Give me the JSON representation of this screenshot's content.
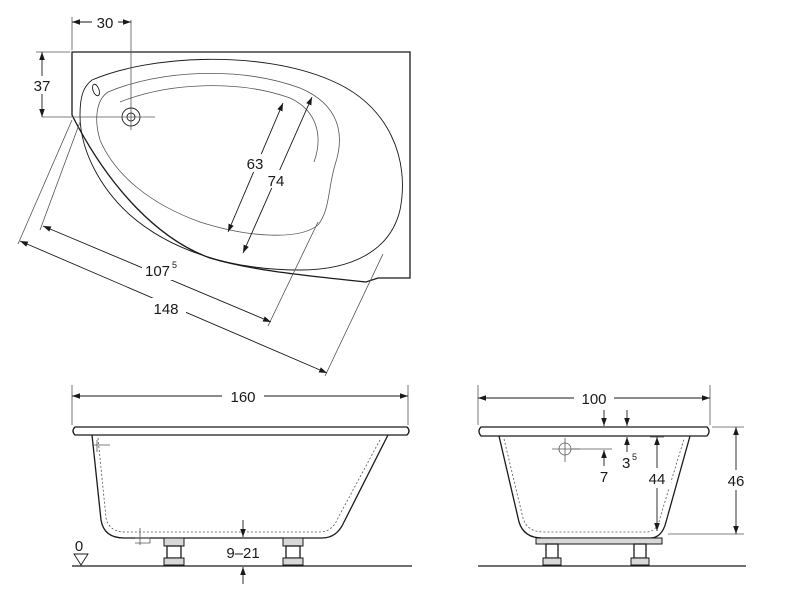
{
  "top_view": {
    "dims": {
      "drain_x": "30",
      "drain_y": "37",
      "inner_width": "63",
      "outer_width": "74",
      "inner_length_main": "107",
      "inner_length_sup": "5",
      "outer_length": "148"
    }
  },
  "front_view": {
    "dims": {
      "length": "160",
      "feet_adjust": "9–21",
      "floor_level": "0"
    }
  },
  "side_view": {
    "dims": {
      "width": "100",
      "rim_thickness_main": "3",
      "rim_thickness_sup": "5",
      "overflow_drop": "7",
      "inner_depth": "44",
      "total_height": "46"
    }
  }
}
